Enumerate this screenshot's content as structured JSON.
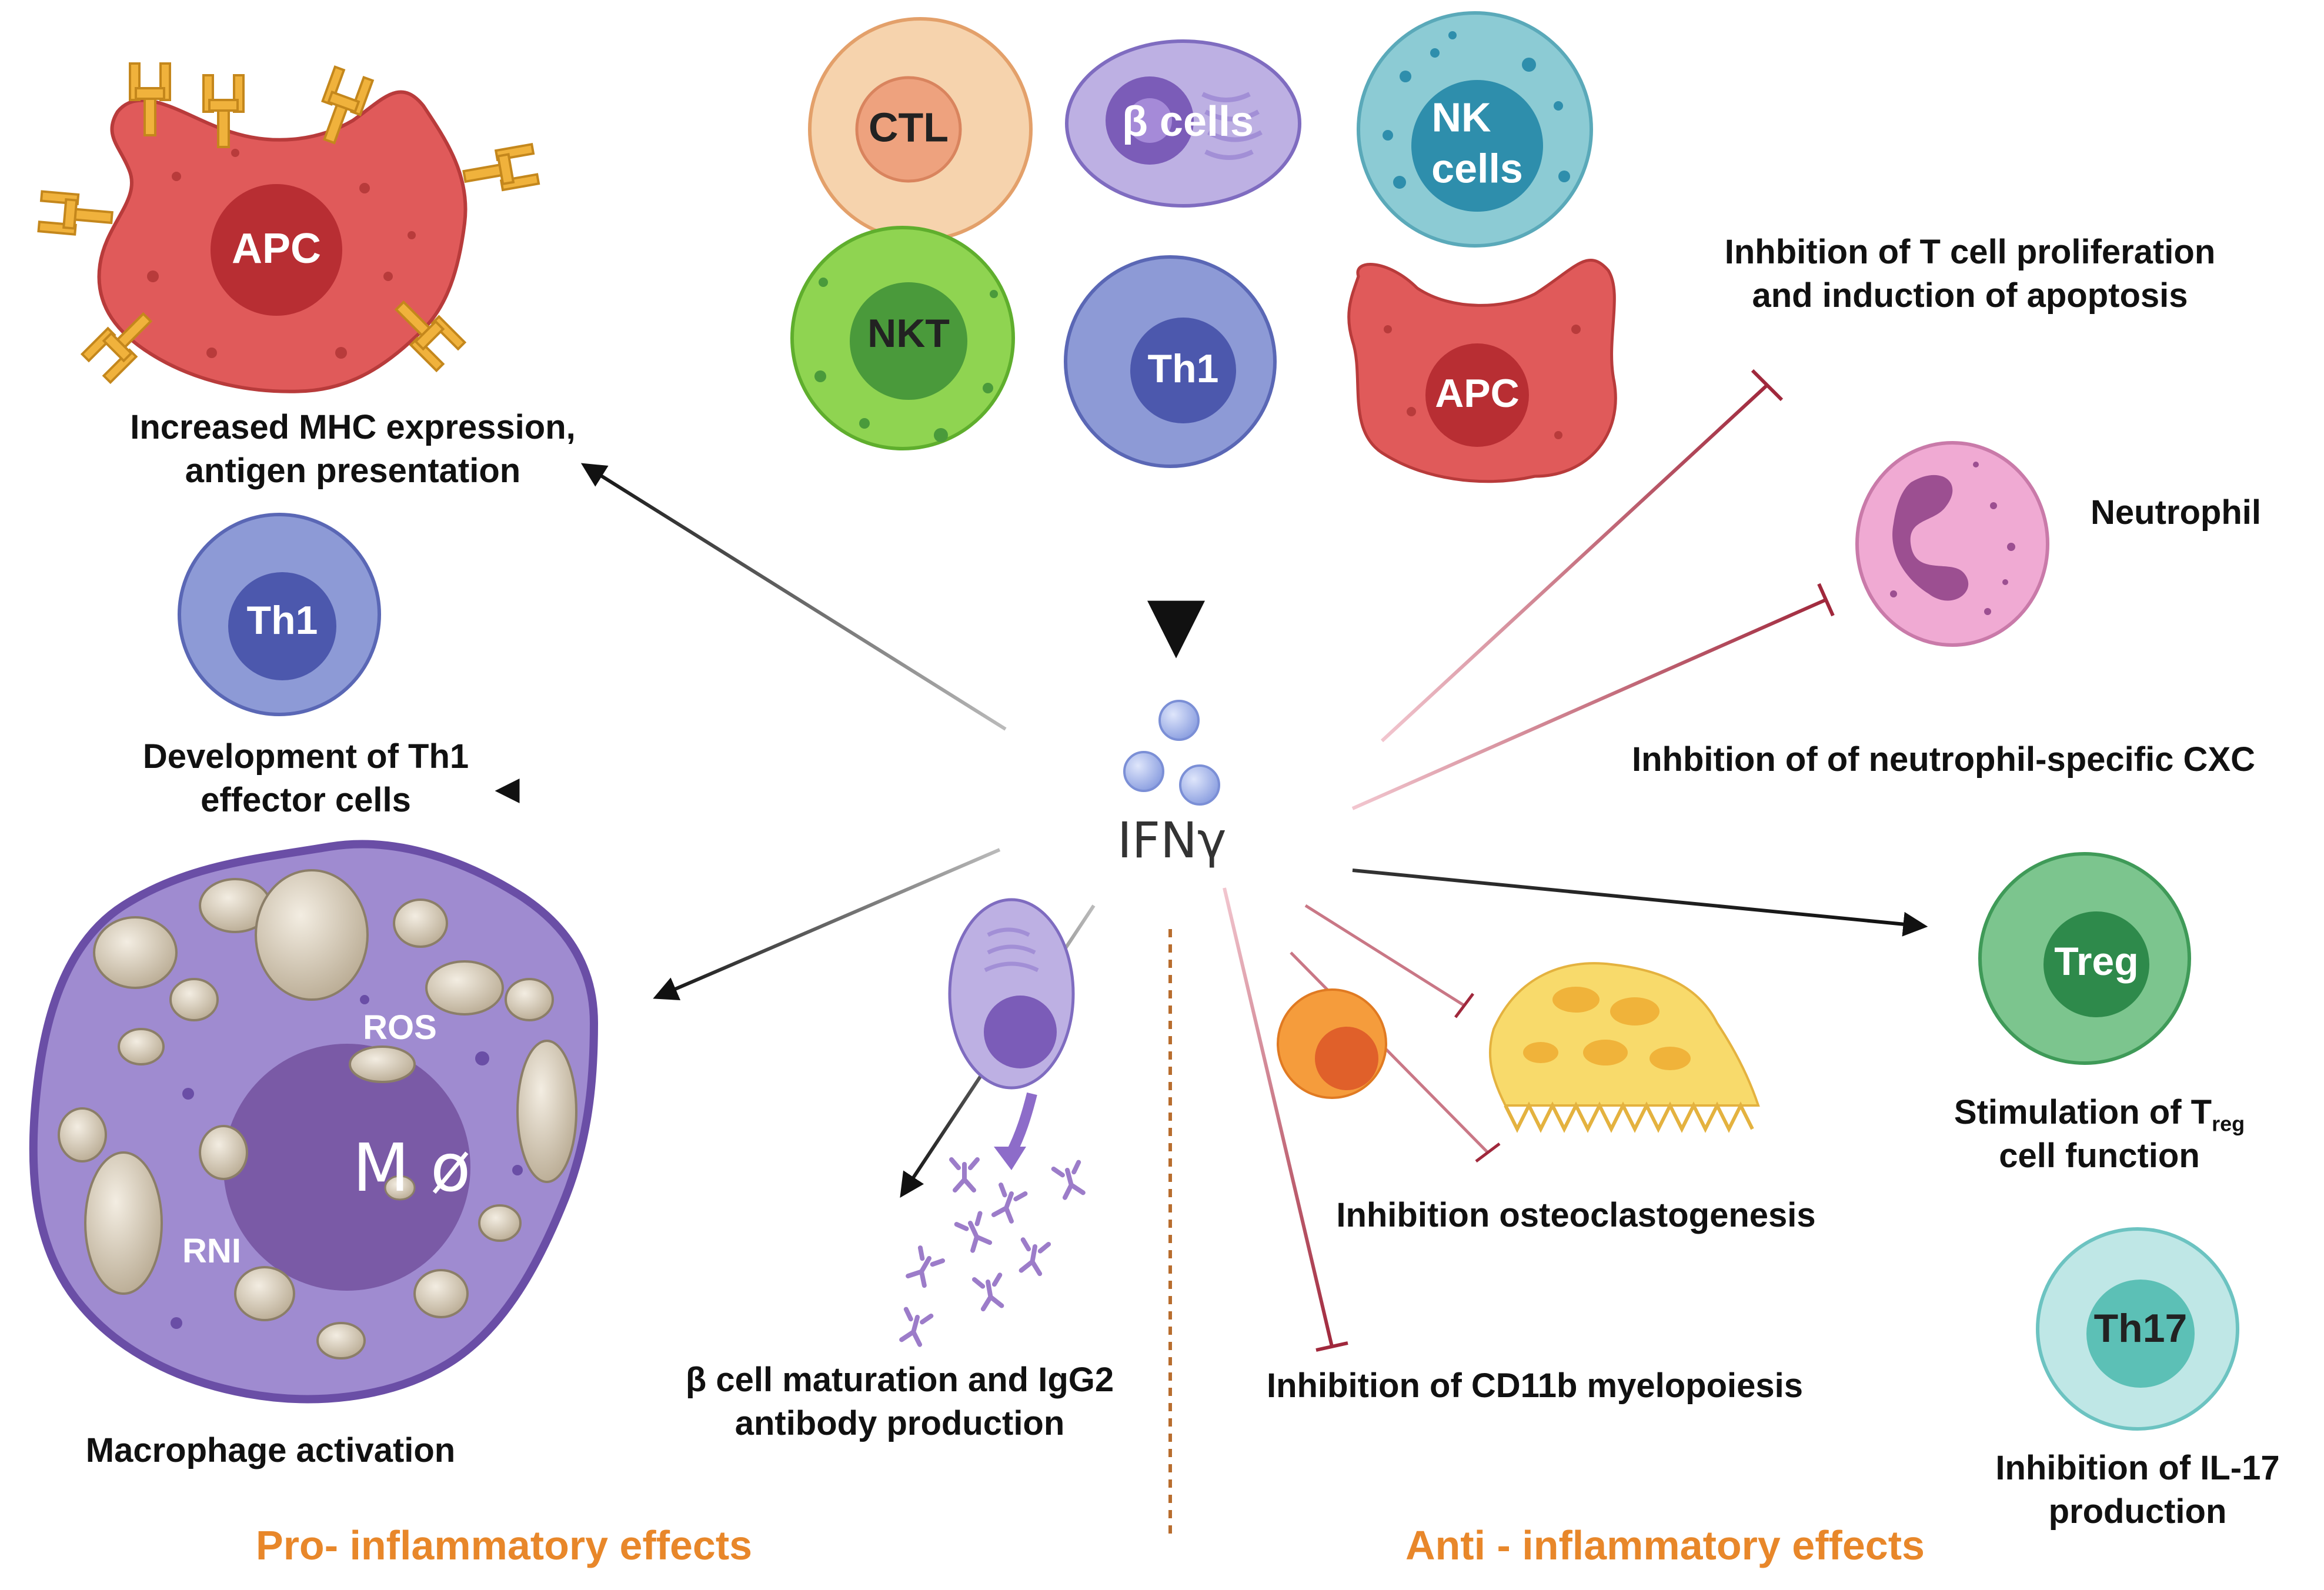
{
  "center": {
    "label": "IFNγ"
  },
  "sources": [
    {
      "label": "CTL"
    },
    {
      "label": "β cells"
    },
    {
      "label": "NK",
      "label2": "cells"
    },
    {
      "label": "NKT"
    },
    {
      "label": "Th1"
    },
    {
      "label": "APC"
    }
  ],
  "pro": {
    "title": "Pro- inflammatory effects",
    "apc": {
      "label": "APC",
      "caption": [
        "Increased MHC expression,",
        "antigen presentation"
      ]
    },
    "th1": {
      "label": "Th1",
      "caption": [
        "Development of Th1",
        "effector cells"
      ]
    },
    "macrophage": {
      "label": "M ø",
      "ros": "ROS",
      "rni": "RNI",
      "caption": "Macrophage activation"
    },
    "bcell": {
      "caption": [
        "β cell maturation and IgG2",
        "antibody production"
      ]
    }
  },
  "anti": {
    "title": "Anti - inflammatory effects",
    "tcell": {
      "caption": [
        "Inhbition of T cell proliferation",
        "and induction of  apoptosis"
      ]
    },
    "neutrophil": {
      "label": "Neutrophil",
      "caption": "Inhbition of of neutrophil-specific CXC"
    },
    "treg": {
      "label": "Treg",
      "caption_prefix": "Stimulation of T",
      "caption_sub": "reg",
      "caption_line2": "cell function"
    },
    "th17": {
      "label": "Th17",
      "caption": [
        "Inhibition of IL-17",
        "production"
      ]
    },
    "osteo": {
      "caption": "Inhibition osteoclastogenesis"
    },
    "cd11b": {
      "caption": "Inhibition of  CD11b myelopoiesis"
    }
  },
  "colors": {
    "pro_title": "#e8872a",
    "anti_title": "#e8872a",
    "inhibit": "#a0283c",
    "apc": "#e05a5a",
    "th1": "#8d9ad6",
    "ctl": "#f6d3ad",
    "nk": "#5aa9b9",
    "nkt": "#8fd451",
    "treg": "#7cc58e",
    "th17": "#bfe7e6",
    "neutrophil": "#f0aad3",
    "macrophage": "#9f8bd0"
  }
}
